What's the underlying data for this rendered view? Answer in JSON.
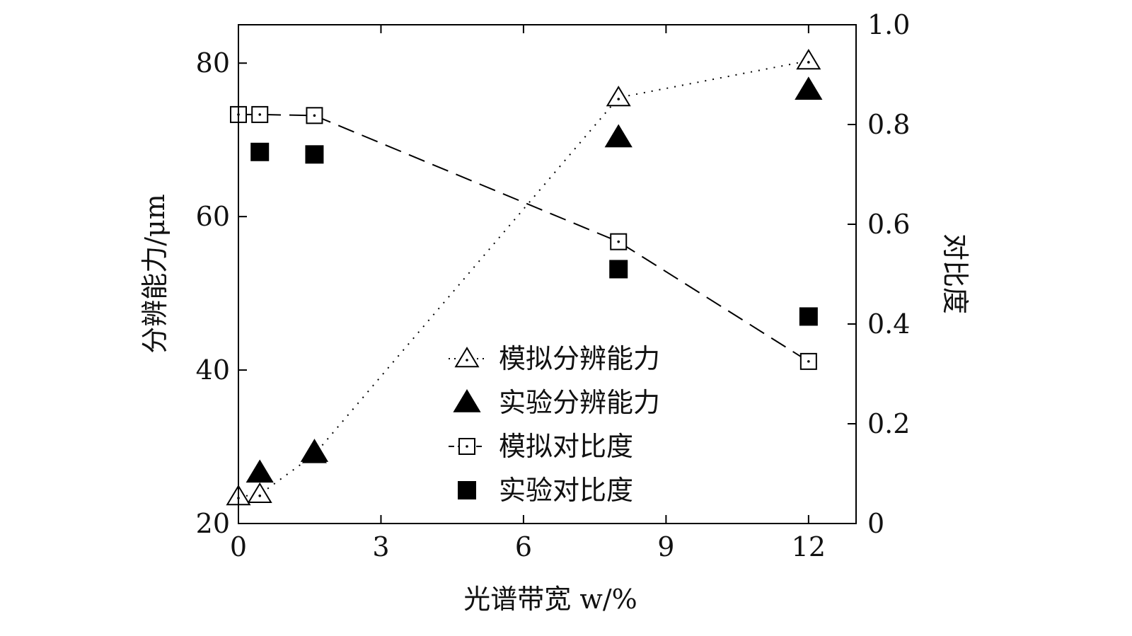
{
  "chart_data": {
    "type": "scatter",
    "title": "",
    "xlabel": "光谱带宽 w/%",
    "ylabel_left": "分辨能力/μm",
    "ylabel_right": "对比度",
    "xlim": [
      0,
      13
    ],
    "ylim_left": [
      20,
      85
    ],
    "ylim_right": [
      0,
      1.0
    ],
    "x_ticks": [
      "0",
      "3",
      "6",
      "9",
      "12"
    ],
    "y_left_ticks": [
      "20",
      "40",
      "60",
      "80"
    ],
    "y_right_ticks": [
      "0",
      "0.2",
      "0.4",
      "0.6",
      "0.8",
      "1.0"
    ],
    "grid": false,
    "legend_position": "lower-right",
    "series": [
      {
        "name": "模拟分辨能力",
        "axis": "left",
        "marker": "open-triangle",
        "line": "dotted",
        "x": [
          0,
          0.45,
          1.6,
          8,
          12
        ],
        "y": [
          23.5,
          23.8,
          29.0,
          75.5,
          80.3
        ]
      },
      {
        "name": "实验分辨能力",
        "axis": "left",
        "marker": "filled-triangle",
        "line": "none",
        "x": [
          0.45,
          1.6,
          8,
          12
        ],
        "y": [
          26.6,
          29.3,
          70.3,
          76.5
        ]
      },
      {
        "name": "模拟对比度",
        "axis": "right",
        "marker": "open-square",
        "line": "dashed",
        "x": [
          0,
          0.45,
          1.6,
          8,
          12
        ],
        "y": [
          0.82,
          0.82,
          0.818,
          0.565,
          0.325
        ]
      },
      {
        "name": "实验对比度",
        "axis": "right",
        "marker": "filled-square",
        "line": "none",
        "x": [
          0.45,
          1.6,
          8,
          12
        ],
        "y": [
          0.745,
          0.74,
          0.51,
          0.415
        ]
      }
    ]
  }
}
